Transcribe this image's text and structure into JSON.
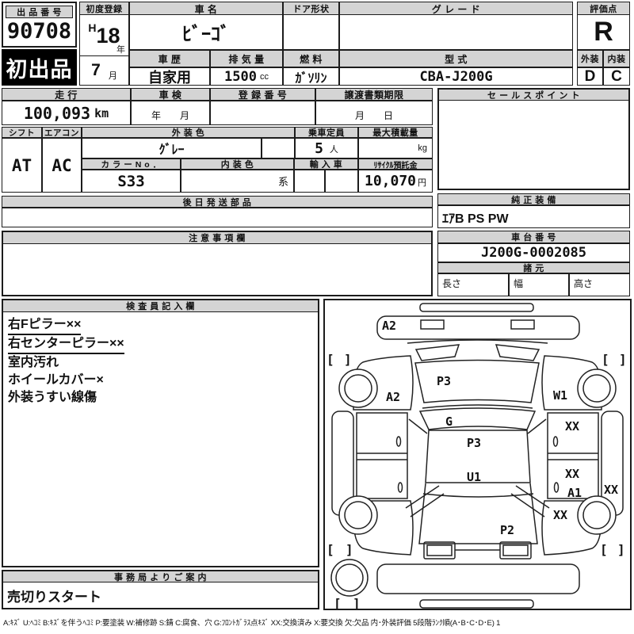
{
  "colors": {
    "header_bg": "#d4d4d4",
    "border": "#1c1c1c",
    "badge_bg": "#000000",
    "badge_text": "#ffffff"
  },
  "lot": {
    "label": "出 品 番 号",
    "number": "90708",
    "badge": "初出品"
  },
  "first_reg": {
    "label": "初度登録",
    "era": "H",
    "year": "18",
    "year_unit": "年",
    "month": "7",
    "month_unit": "月"
  },
  "vehicle": {
    "name_label": "車 名",
    "name": "ﾋﾞｰｺﾞ",
    "history_label": "車 歴",
    "history": "自家用",
    "displacement_label": "排 気 量",
    "displacement": "1500",
    "displacement_unit": "cc",
    "fuel_label": "燃 料",
    "fuel": "ｶﾞｿﾘﾝ",
    "door_label": "ドア形状",
    "door": "",
    "grade_label": "グ レ ー ド",
    "grade": "",
    "model_label": "型 式",
    "model": "CBA-J200G"
  },
  "score": {
    "label": "評価点",
    "value": "R",
    "exterior_label": "外装",
    "exterior": "D",
    "interior_label": "内装",
    "interior": "C"
  },
  "mileage_row": {
    "mileage_label": "走 行",
    "mileage": "100,093",
    "mileage_unit": "km",
    "inspection_label": "車 検",
    "inspection": "年　　月",
    "regnum_label": "登 録 番 号",
    "regnum": "",
    "transfer_label": "譲渡書類期限",
    "transfer": "月　　日"
  },
  "spec_row": {
    "shift_label": "シフト",
    "shift": "AT",
    "aircon_label": "エアコン",
    "aircon": "AC",
    "ext_color_label": "外 装 色",
    "ext_color": "ｸﾞﾚｰ",
    "capacity_label": "乗車定員",
    "capacity": "5",
    "capacity_unit": "人",
    "load_label": "最大積載量",
    "load_unit": "kg",
    "color_no_label": "カ ラ ー N o ．",
    "color_no": "S33",
    "int_color_label": "内 装 色",
    "int_color": "系",
    "import_label": "輸 入 車",
    "recycle_label": "ﾘｻｲｸﾙ預託金",
    "recycle_fee": "10,070",
    "recycle_unit": "円"
  },
  "later_parts": {
    "label": "後 日 発 送 部 品"
  },
  "sales_point": {
    "label": "セ ー ル ス ポ イ ン ト"
  },
  "genuine": {
    "label": "純 正 装 備",
    "value": "ｴｱB PS PW"
  },
  "caution": {
    "label": "注 意 事 項 欄"
  },
  "chassis": {
    "label": "車 台 番 号",
    "number": "J200G-0002085",
    "spec_label": "諸 元",
    "length_label": "長さ",
    "width_label": "幅",
    "height_label": "高さ"
  },
  "inspector": {
    "label": "検 査 員 記 入 欄",
    "notes": [
      "右Fピラー××",
      "右センターピラー××",
      "室内汚れ",
      "ホイールカバー×",
      "外装うすい線傷"
    ]
  },
  "office": {
    "label": "事 務 局 よ り ご 案 内",
    "value": "売切りスタート"
  },
  "diagram": {
    "bracket_open": "[",
    "bracket_close": "]",
    "marks": [
      "A2",
      "A2",
      "P3",
      "W1",
      "G",
      "XX",
      "P3",
      "U1",
      "XX",
      "A1",
      "XX",
      "XX",
      "P2"
    ]
  },
  "footer": {
    "legend": "A:ｷｽﾞ U:ﾍｺﾐ B:ｷｽﾞを伴うﾍｺﾐ P:要塗装 W:補修跡 S:錆 C:腐食、穴 G:ﾌﾛﾝﾄｶﾞﾗｽ点ｷｽﾞ  XX:交換済み X:要交換 欠:欠品 内･外装評価 5段階ﾗﾝｸ順(A･B･C･D･E)  1"
  }
}
